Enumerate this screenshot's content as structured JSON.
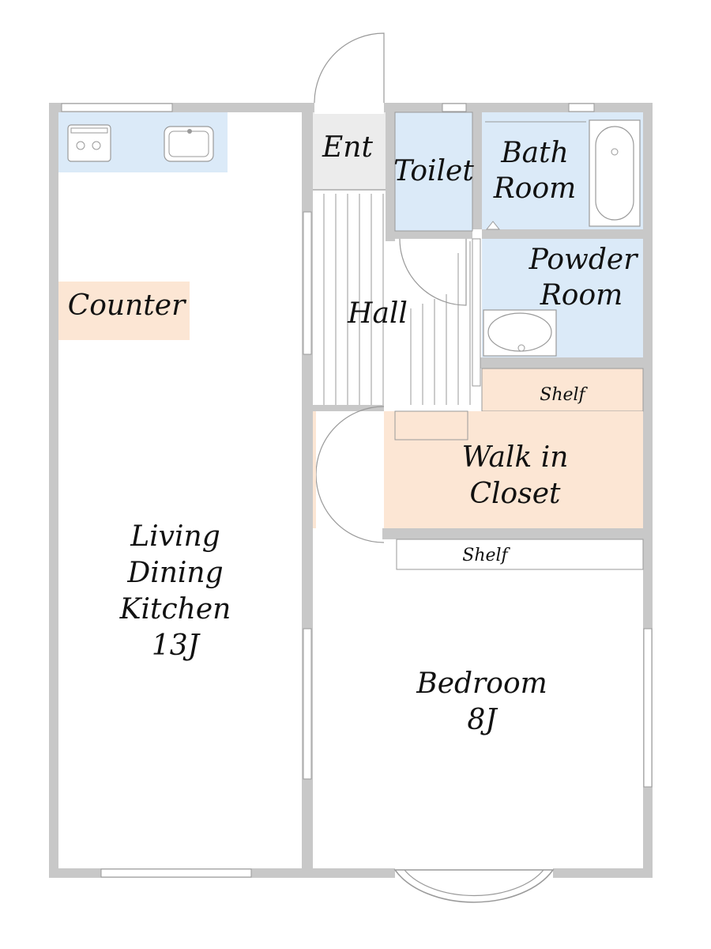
{
  "rooms": {
    "ldk": {
      "line1": "Living",
      "line2": "Dining",
      "line3": "Kitchen",
      "size": "13J"
    },
    "counter": "Counter",
    "entrance": "Ent",
    "toilet": "Toilet",
    "bath": {
      "line1": "Bath",
      "line2": "Room"
    },
    "powder": {
      "line1": "Powder",
      "line2": "Room"
    },
    "hall": "Hall",
    "shelf_upper": "Shelf",
    "closet": {
      "line1": "Walk in",
      "line2": "Closet"
    },
    "shelf_lower": "Shelf",
    "bedroom": {
      "line1": "Bedroom",
      "size": "8J"
    }
  },
  "colors": {
    "wet_area": "#dbeaf8",
    "closet": "#fce6d4",
    "wall": "#c8c8c8",
    "outline": "#9a9a9a"
  }
}
